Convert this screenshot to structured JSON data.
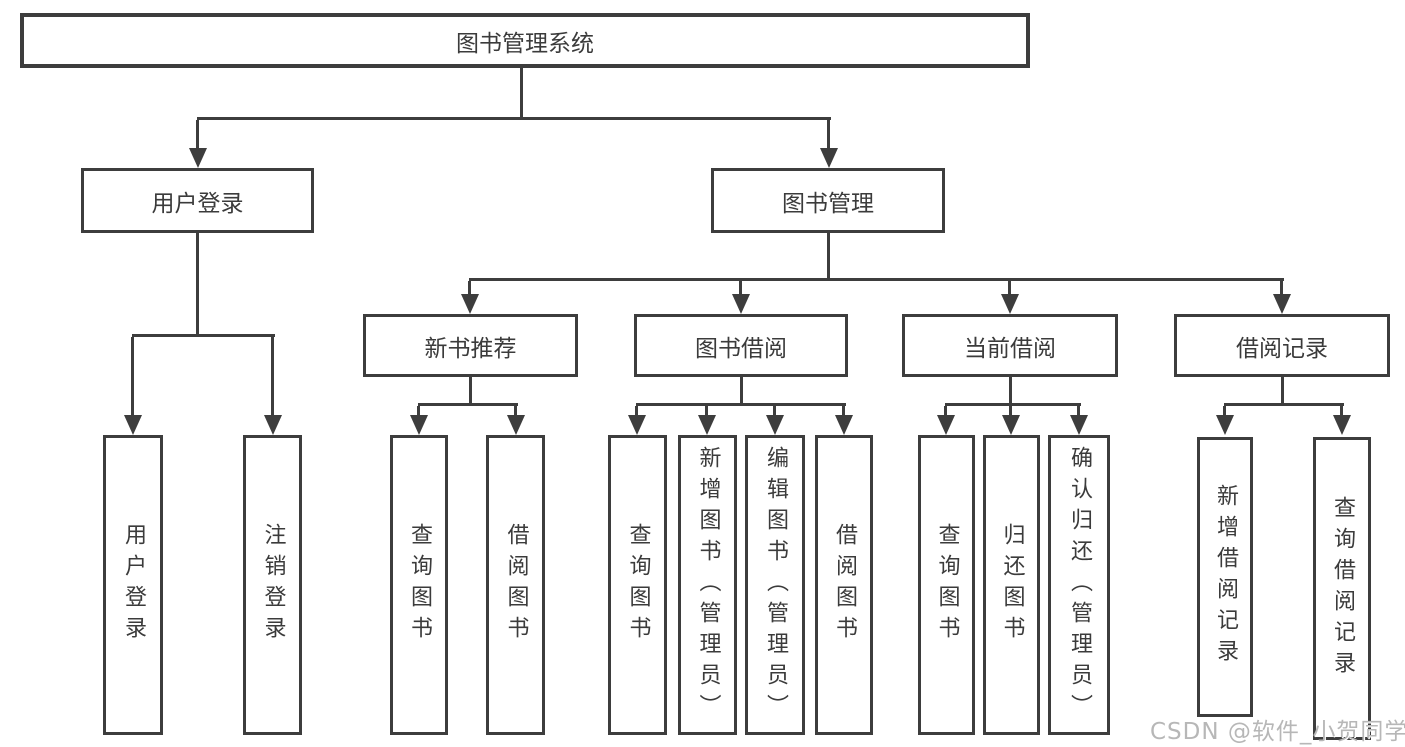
{
  "diagram": {
    "root": {
      "label": "图书管理系统"
    },
    "user_login": {
      "label": "用户登录",
      "children": {
        "login": "用户登录",
        "logout": "注销登录"
      }
    },
    "book_mgmt": {
      "label": "图书管理",
      "sections": {
        "new_book_rec": {
          "label": "新书推荐",
          "children": {
            "query": "查询图书",
            "borrow": "借阅图书"
          }
        },
        "book_borrow": {
          "label": "图书借阅",
          "children": {
            "query": "查询图书",
            "add": "新增图书（管理员）",
            "edit": "编辑图书（管理员）",
            "borrow": "借阅图书"
          }
        },
        "current_borrow": {
          "label": "当前借阅",
          "children": {
            "query": "查询图书",
            "return": "归还图书",
            "confirm": "确认归还（管理员）"
          }
        },
        "borrow_record": {
          "label": "借阅记录",
          "children": {
            "add": "新增借阅记录",
            "query": "查询借阅记录"
          }
        }
      }
    },
    "watermark": "CSDN @软件_小贺同学",
    "colors": {
      "line": "#3d3d3d",
      "text": "#3b3b3b",
      "background": "#ffffff",
      "watermark": "#b7b7b7"
    }
  }
}
